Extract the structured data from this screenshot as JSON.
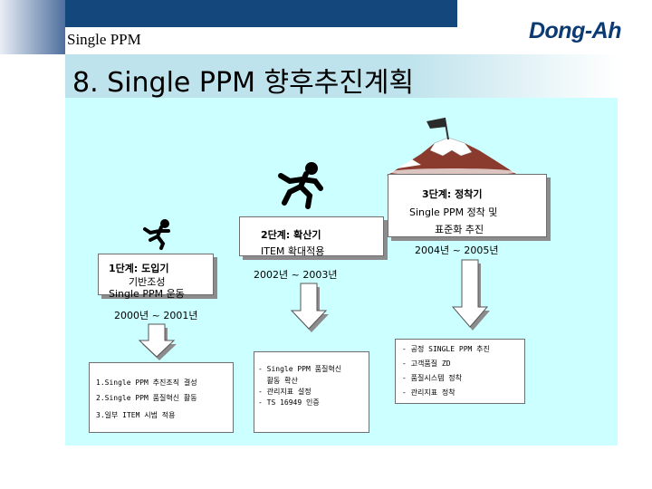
{
  "header": {
    "title": "Single PPM",
    "brand": "Dong-Ah"
  },
  "slide": {
    "title": "8. Single PPM 향후추진계획"
  },
  "stages": [
    {
      "name": "1단계: 도입기",
      "line1": "기반조성",
      "line2": "Single PPM 운동",
      "period": "2000년 ~ 2001년",
      "items": [
        "1.Single PPM 추진조직 결성",
        "2.Single PPM 품질혁신 활동",
        "3.일부 ITEM 시범 적용"
      ]
    },
    {
      "name": "2단계: 확산기",
      "line1": "ITEM 확대적용",
      "period": "2002년 ~ 2003년",
      "items": [
        "- Single PPM 품질혁신",
        "  활동 확산",
        "- 관리지표 설정",
        "- TS 16949 인증"
      ]
    },
    {
      "name": "3단계: 정착기",
      "line1": "Single PPM 정착 및",
      "line2": "표준화 추진",
      "period": "2004년 ~ 2005년",
      "items": [
        "- 공정 SINGLE PPM 추진",
        "- 고객품질 ZD",
        "- 품질시스템 정착",
        "- 관리지표 정착"
      ]
    }
  ],
  "icons": {
    "runner": "runner-icon",
    "flag": "summit-flag-icon",
    "arrow": "down-arrow-icon"
  },
  "colors": {
    "brand": "#0c3a73",
    "header_bar": "#14477c",
    "content_bg": "#ccffff",
    "title_band": "#bfe3ec"
  }
}
